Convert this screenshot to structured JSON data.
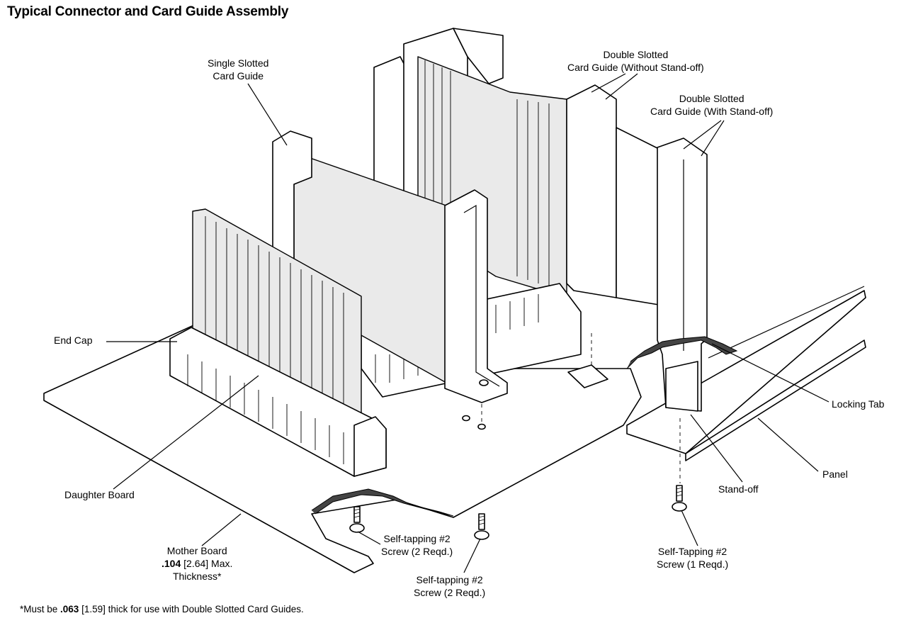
{
  "title": "Typical Connector and Card Guide Assembly",
  "labels": {
    "single_slotted": [
      "Single Slotted",
      "Card Guide"
    ],
    "double_without": [
      "Double Slotted",
      "Card Guide (Without Stand-off)"
    ],
    "double_with": [
      "Double Slotted",
      "Card Guide (With Stand-off)"
    ],
    "end_cap": "End Cap",
    "locking_tab": "Locking Tab",
    "panel": "Panel",
    "stand_off": "Stand-off",
    "daughter_board": "Daughter Board",
    "mother_board": {
      "line1": "Mother Board",
      "value": ".104",
      "metric": "[2.64] Max.",
      "line3": "Thickness*"
    },
    "screw_left": [
      "Self-tapping #2",
      "Screw (2 Reqd.)"
    ],
    "screw_middle": [
      "Self-tapping #2",
      "Screw (2 Reqd.)"
    ],
    "screw_right": [
      "Self-Tapping #2",
      "Screw (1 Reqd.)"
    ]
  },
  "footnote": {
    "prefix": "*Must be ",
    "value": ".063",
    "suffix": " [1.59] thick for use with Double Slotted Card Guides."
  },
  "icons": [
    "screw-icon",
    "mounting-hole-icon"
  ]
}
